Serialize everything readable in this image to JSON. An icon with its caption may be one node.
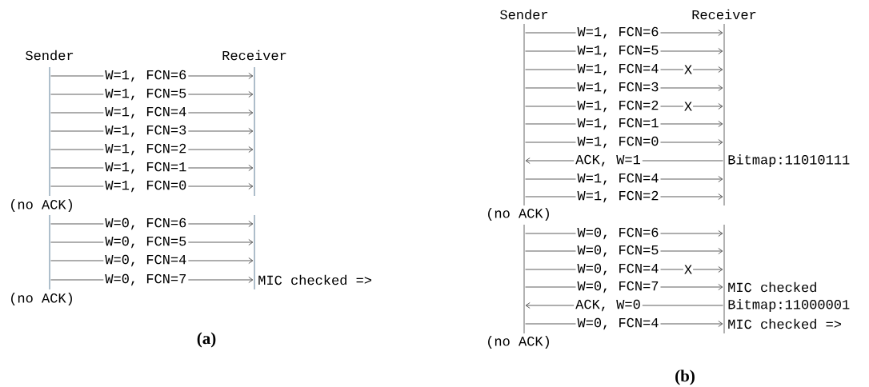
{
  "diagram": {
    "nodes": [
      {
        "text": [
          "Sender"
        ]
      },
      {
        "text": [
          "Receiver"
        ]
      },
      {
        "text": [
          "Sender"
        ]
      },
      {
        "text": [
          "Receiver"
        ]
      }
    ],
    "edges": [
      {
        "from": 0,
        "to": 1,
        "arrow": "to",
        "label": "W=1, FCN=6"
      },
      {
        "from": 0,
        "to": 1,
        "arrow": "to",
        "label": "W=1, FCN=5"
      },
      {
        "from": 0,
        "to": 1,
        "arrow": "to",
        "label": "W=1, FCN=4"
      },
      {
        "from": 0,
        "to": 1,
        "arrow": "to",
        "label": "W=1, FCN=3"
      },
      {
        "from": 0,
        "to": 1,
        "arrow": "to",
        "label": "W=1, FCN=2"
      },
      {
        "from": 0,
        "to": 1,
        "arrow": "to",
        "label": "W=1, FCN=1"
      },
      {
        "from": 0,
        "to": 1,
        "arrow": "to",
        "label": "W=1, FCN=0"
      },
      {
        "from": 0,
        "to": 1,
        "arrow": "to",
        "label": "W=0, FCN=6"
      },
      {
        "from": 0,
        "to": 1,
        "arrow": "to",
        "label": "W=0, FCN=5"
      },
      {
        "from": 0,
        "to": 1,
        "arrow": "to",
        "label": "W=0, FCN=4"
      },
      {
        "from": 0,
        "to": 1,
        "arrow": "to",
        "label": "W=0, FCN=7"
      },
      {
        "from": 2,
        "to": 3,
        "arrow": "to",
        "label": "W=1, FCN=6"
      },
      {
        "from": 2,
        "to": 3,
        "arrow": "to",
        "label": "W=1, FCN=5"
      },
      {
        "from": 2,
        "to": 3,
        "arrow": "to",
        "label": "W=1, FCN=4"
      },
      {
        "from": 2,
        "to": 3,
        "arrow": "to",
        "label": "W=1, FCN=3"
      },
      {
        "from": 2,
        "to": 3,
        "arrow": "to",
        "label": "W=1, FCN=2"
      },
      {
        "from": 2,
        "to": 3,
        "arrow": "to",
        "label": "W=1, FCN=1"
      },
      {
        "from": 2,
        "to": 3,
        "arrow": "to",
        "label": "W=1, FCN=0"
      },
      {
        "from": 3,
        "to": 2,
        "arrow": "to",
        "label": "ACK, W=1"
      },
      {
        "from": 2,
        "to": 3,
        "arrow": "to",
        "label": "W=1, FCN=4"
      },
      {
        "from": 2,
        "to": 3,
        "arrow": "to",
        "label": "W=1, FCN=2"
      },
      {
        "from": 2,
        "to": 3,
        "arrow": "to",
        "label": "W=0, FCN=6"
      },
      {
        "from": 2,
        "to": 3,
        "arrow": "to",
        "label": "W=0, FCN=5"
      },
      {
        "from": 2,
        "to": 3,
        "arrow": "to",
        "label": "W=0, FCN=4"
      },
      {
        "from": 2,
        "to": 3,
        "arrow": "to",
        "label": "W=0, FCN=7"
      },
      {
        "from": 3,
        "to": 2,
        "arrow": "to",
        "label": "ACK, W=0"
      },
      {
        "from": 2,
        "to": 3,
        "arrow": "to",
        "label": "W=0, FCN=4"
      }
    ],
    "labels": [
      "(no ACK)",
      "MIC checked =>",
      "(no ACK)",
      "(a)",
      "X",
      "X",
      "Bitmap:11010111",
      "(no ACK)",
      "X",
      "MIC checked",
      "Bitmap:11000001",
      "MIC checked =>",
      "(no ACK)",
      "(b)"
    ]
  }
}
